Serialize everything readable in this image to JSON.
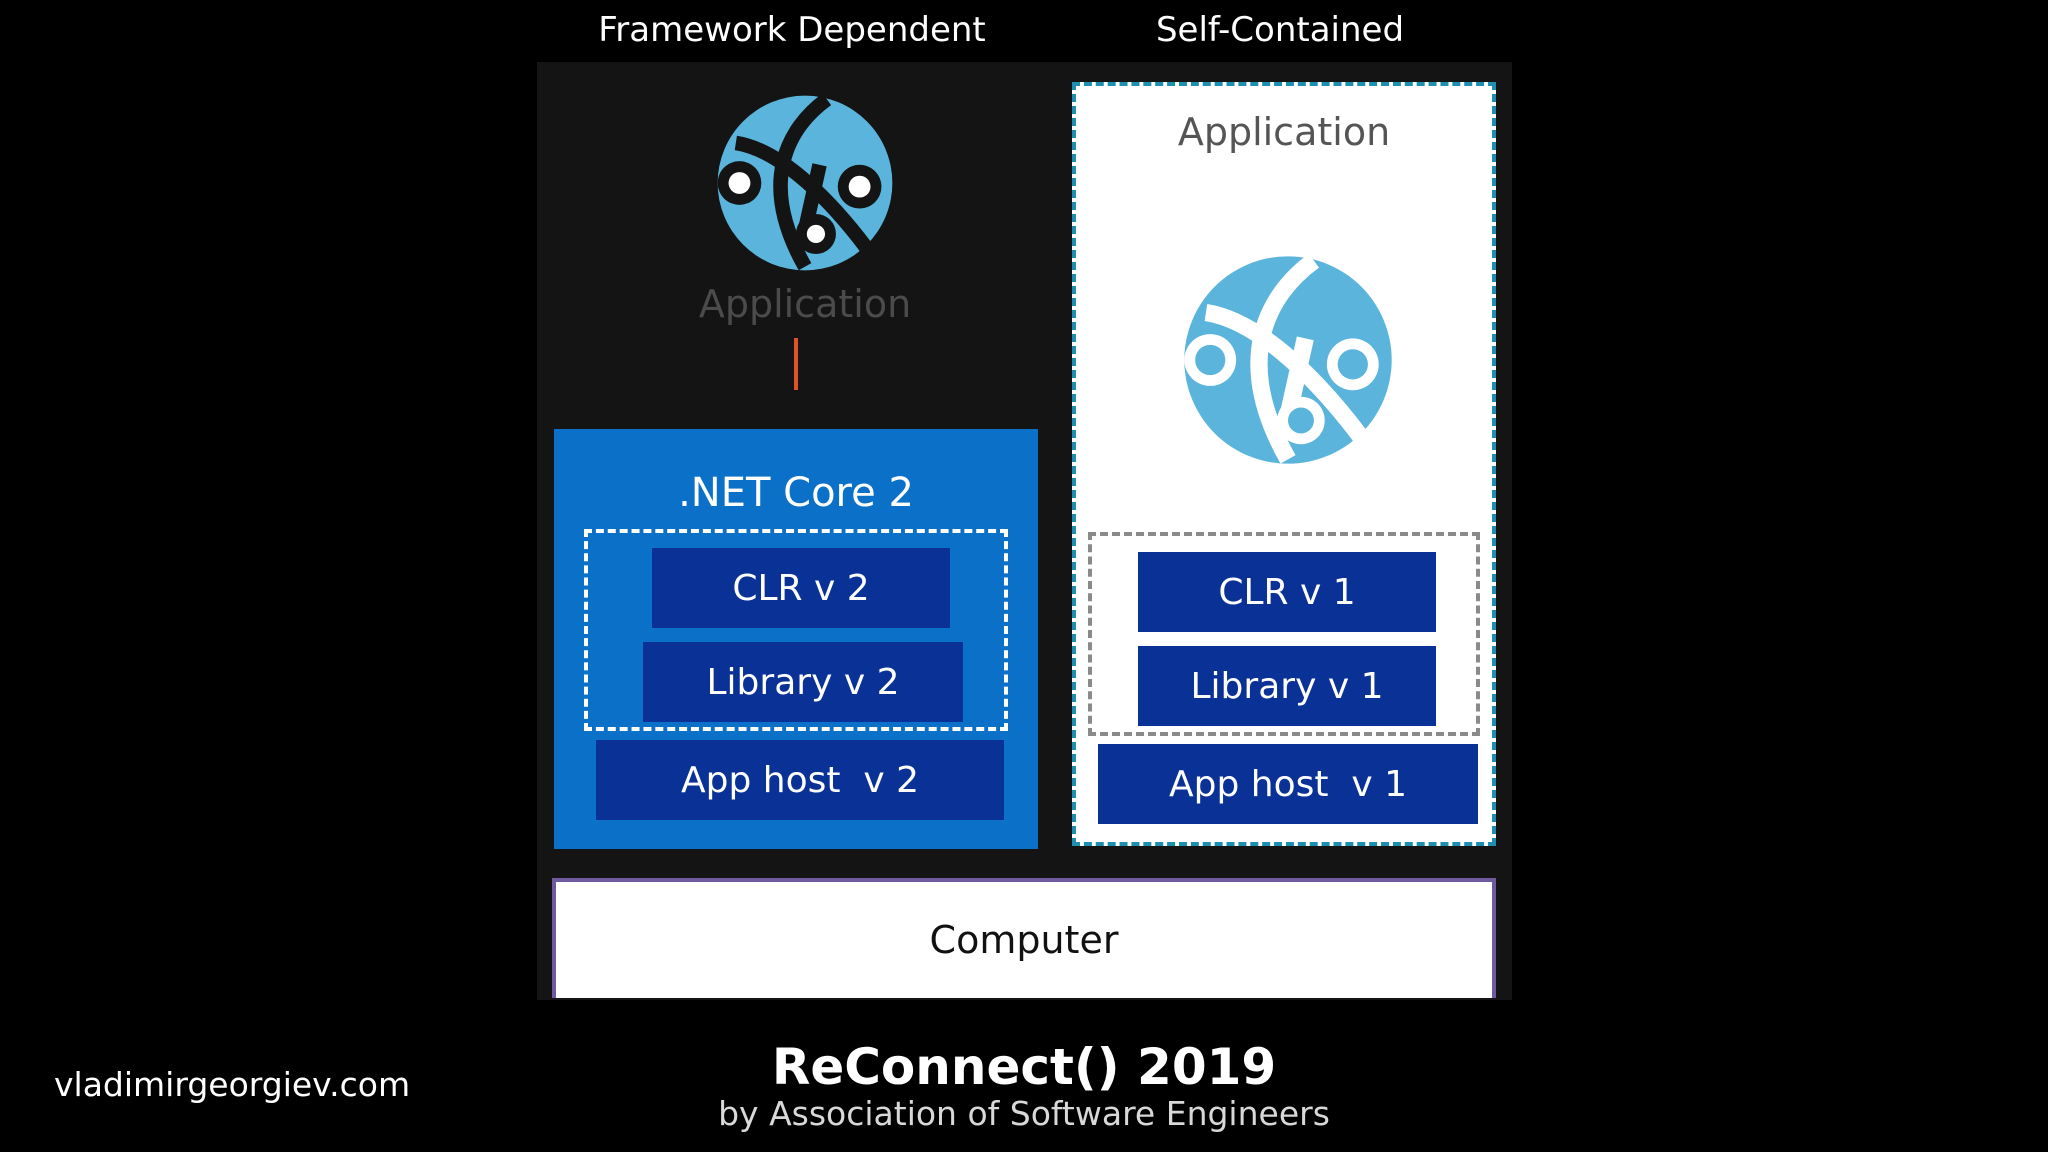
{
  "headings": {
    "framework_dependent": "Framework Dependent",
    "self_contained": "Self-Contained"
  },
  "framework_dependent": {
    "application_label": "Application",
    "runtime_label": ".NET Core 2",
    "clr": "CLR v 2",
    "library": "Library v 2",
    "app_host": "App host  v 2"
  },
  "self_contained": {
    "application_label": "Application",
    "clr": "CLR v 1",
    "library": "Library v 1",
    "app_host": "App host  v 1"
  },
  "computer_label": "Computer",
  "footer": {
    "title": "ReConnect() 2019",
    "subtitle": "by Association of Software Engineers",
    "website": "vladimirgeorgiev.com"
  },
  "icons": {
    "application_icon": "globe-network-icon"
  },
  "colors": {
    "background": "#000000",
    "panel": "#141414",
    "netcore_blue": "#0b70c8",
    "navy": "#0a3296",
    "globe_blue": "#5ab4dc",
    "connector": "#e0532a",
    "self_contained_border": "#1e8fb0"
  }
}
